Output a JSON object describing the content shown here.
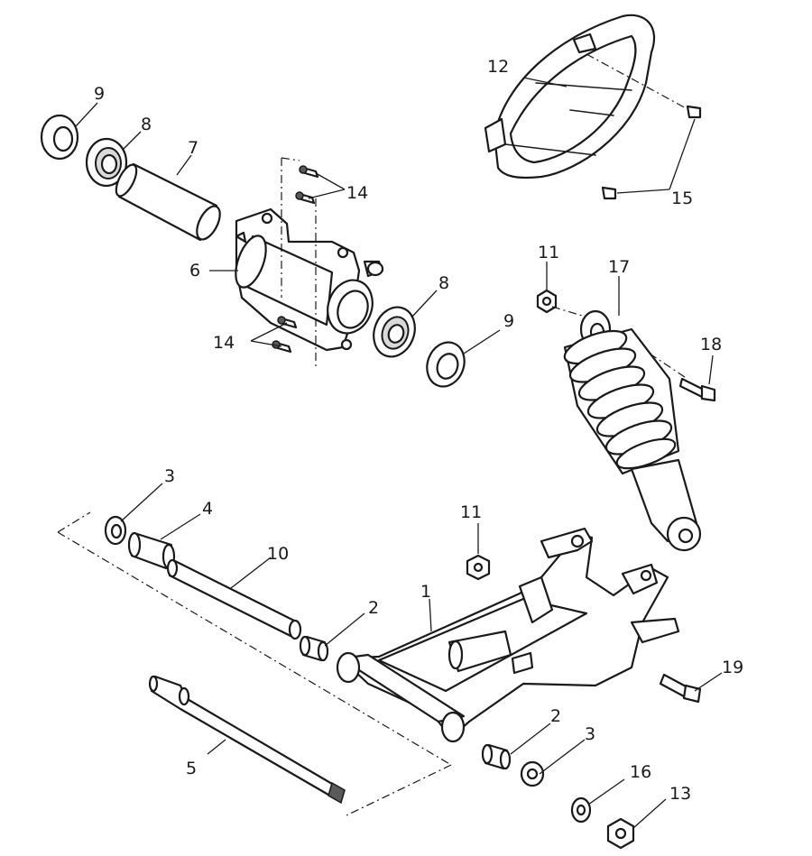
{
  "callouts": {
    "c9a": "9",
    "c8a": "8",
    "c7": "7",
    "c14a": "14",
    "c6": "6",
    "c14b": "14",
    "c8b": "8",
    "c9b": "9",
    "c12": "12",
    "c15": "15",
    "c11a": "11",
    "c17": "17",
    "c18": "18",
    "c3a": "3",
    "c4": "4",
    "c10": "10",
    "c11b": "11",
    "c1": "1",
    "c2a": "2",
    "c19": "19",
    "c5": "5",
    "c2b": "2",
    "c3b": "3",
    "c16": "16",
    "c13": "13"
  }
}
